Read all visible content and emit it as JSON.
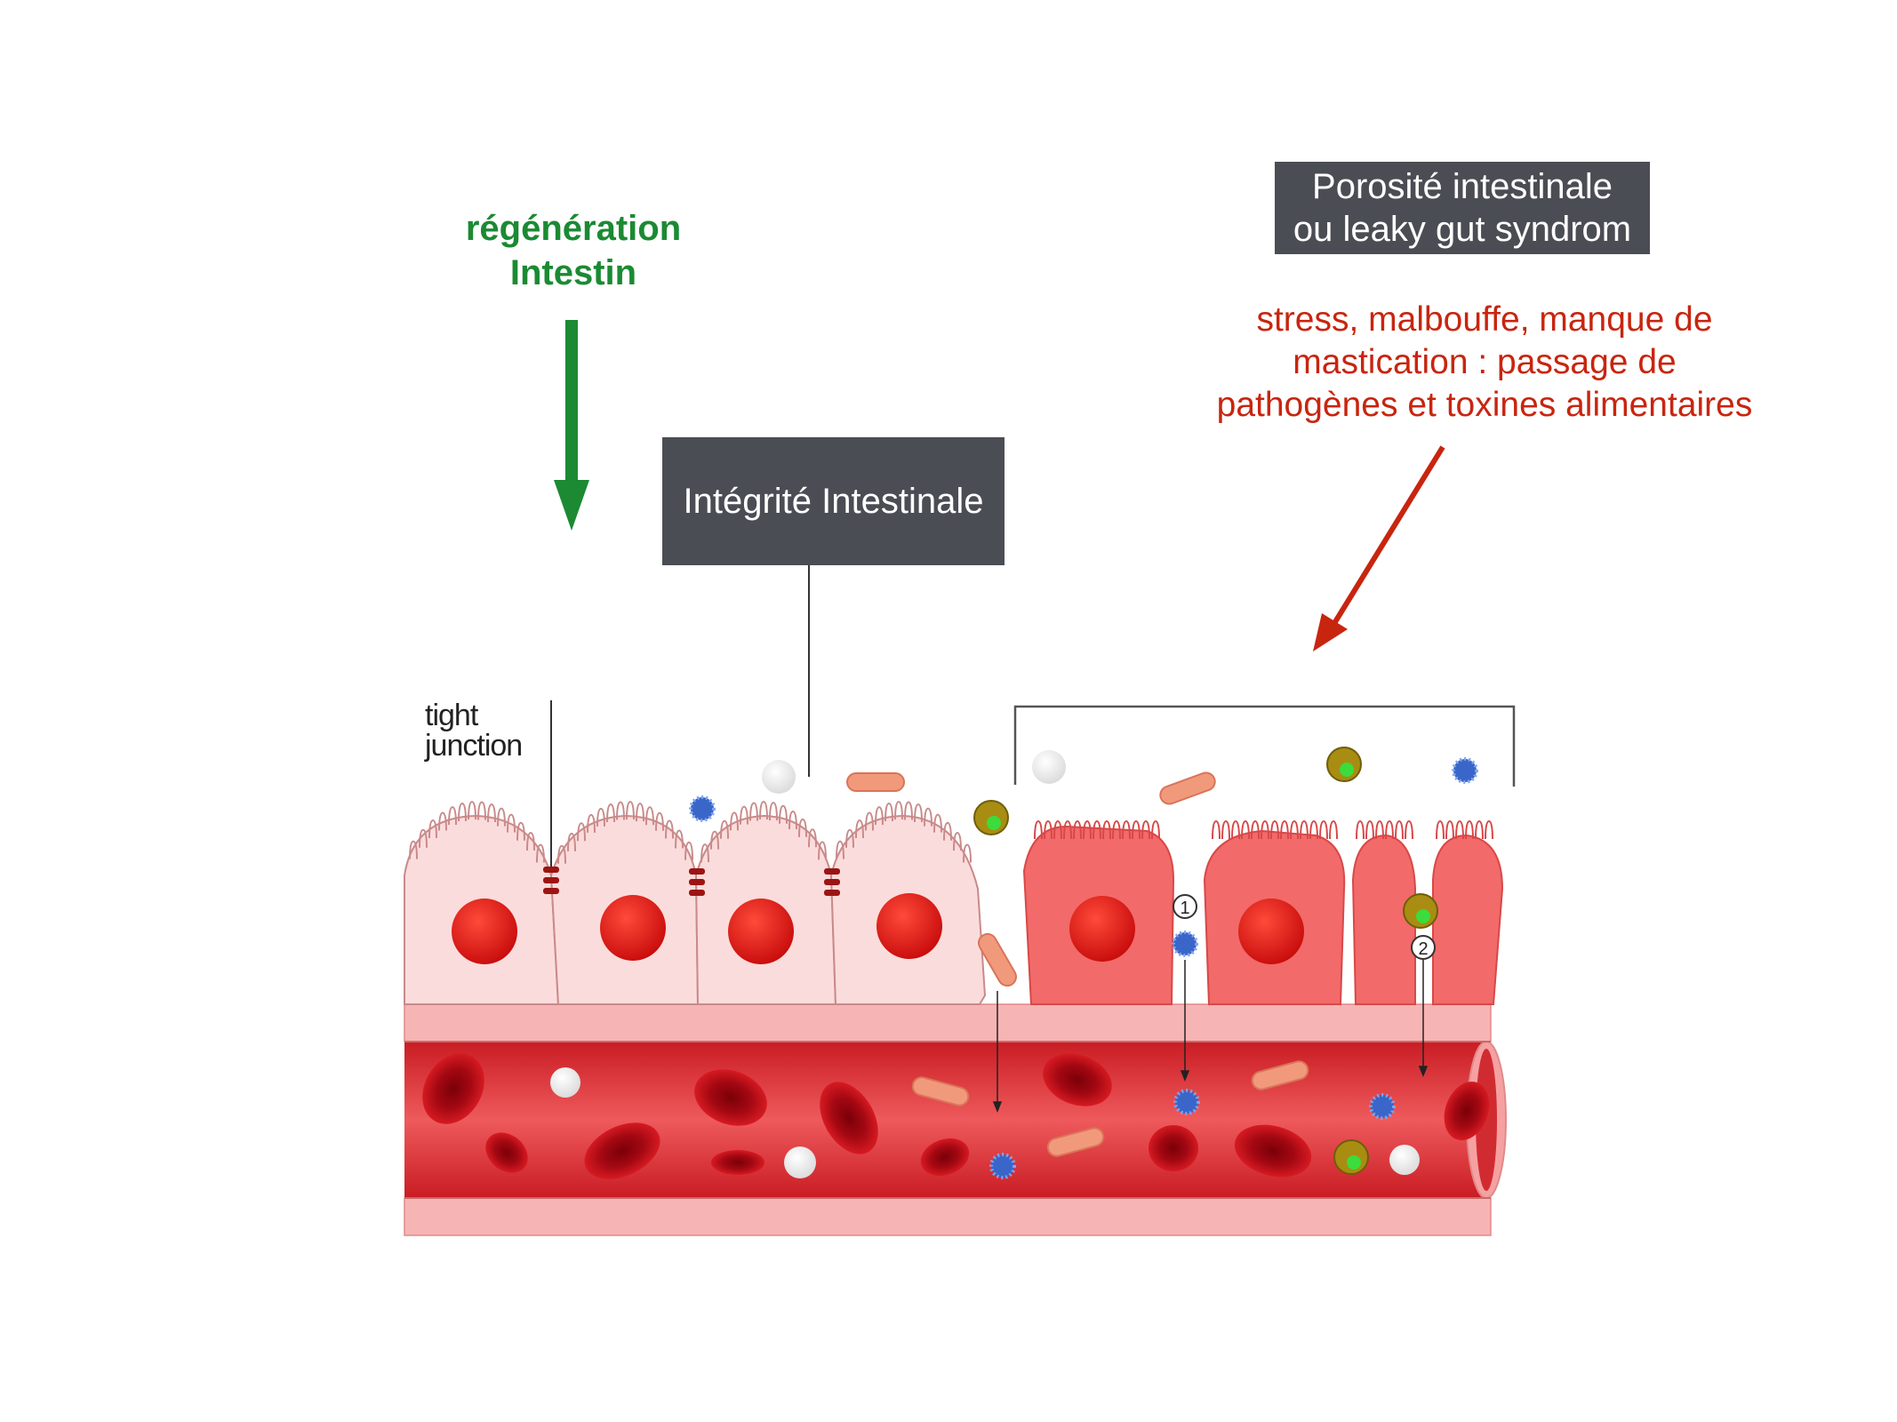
{
  "labels": {
    "regeneration_line1": "régénération",
    "regeneration_line2": "Intestin",
    "integrite": "Intégrité Intestinale",
    "porosite_line1": "Porosité intestinale",
    "porosite_line2": "ou leaky gut syndrom",
    "causes_line1": "stress, malbouffe, manque de",
    "causes_line2": "mastication : passage de",
    "causes_line3": "pathogènes et toxines alimentaires",
    "tight_junction_line1": "tight",
    "tight_junction_line2": "junction",
    "marker_1": "1",
    "marker_2": "2"
  },
  "colors": {
    "green_arrow": "#1b8a33",
    "red_arrow": "#c8250f",
    "box_bg": "#4b4d54",
    "healthy_cell": "#fbdcdc",
    "damaged_cell": "#f26565",
    "nucleus": "#e01010",
    "vessel_wall": "#f5a9a9",
    "blood": "#e8474a",
    "red_blood_cell": "#b80d16"
  }
}
